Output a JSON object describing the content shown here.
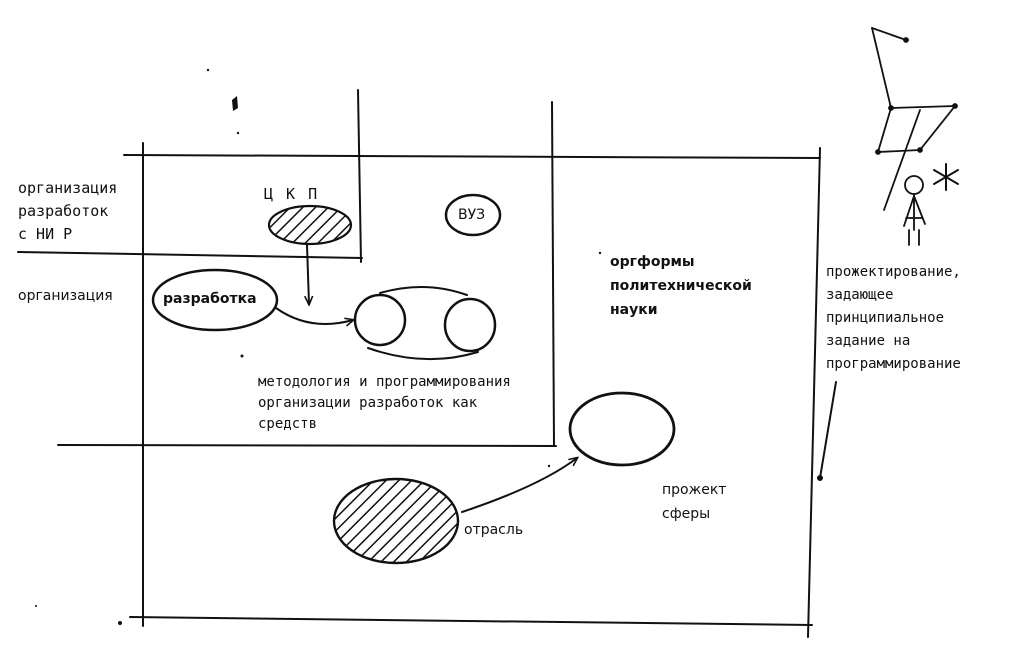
{
  "labels": {
    "org_dev_line1": "организация",
    "org_dev_line2": "разработок",
    "org_dev_line3": "с НИ Р",
    "org": "организация",
    "tskp": "Ц К П",
    "vuz": "ВУЗ",
    "razrabotka": "разработка",
    "orgforms_line1": "оргформы",
    "orgforms_line2": "политехнической",
    "orgforms_line3": "науки",
    "methodology_line1": "методология и программирования",
    "methodology_line2": "организации разработок как",
    "methodology_line3": "средств",
    "project_line1": "прожект",
    "project_line2": "сферы",
    "otrasl": "отрасль",
    "projecting_line1": "прожектирование,",
    "projecting_line2": "задающее",
    "projecting_line3": "принципиальное",
    "projecting_line4": "задание на",
    "projecting_line5": "программирование"
  },
  "colors": {
    "ink": "#111111",
    "paper": "#ffffff"
  },
  "icons": {
    "figure": "stick-figure-icon",
    "star": "asterisk-icon"
  }
}
